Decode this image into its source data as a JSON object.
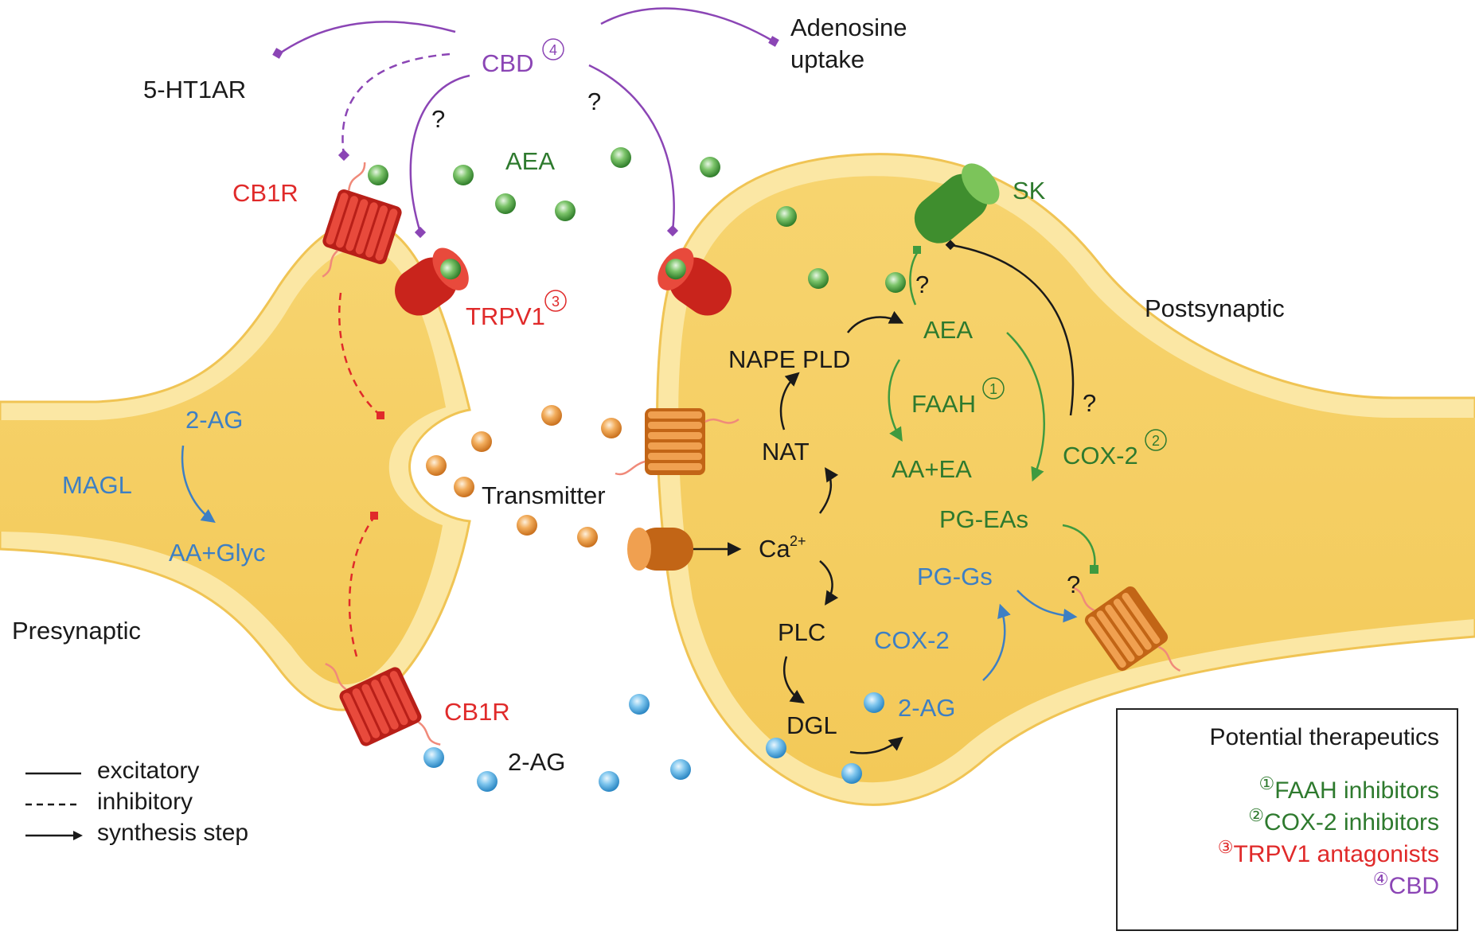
{
  "labels": {
    "cbd": "CBD",
    "cbd_num": "4",
    "ht1a": "5-HT1AR",
    "adenosine_line1": "Adenosine",
    "adenosine_line2": "uptake",
    "q": "?",
    "aea_synapse": "AEA",
    "cb1r_top": "CB1R",
    "trpv1": "TRPV1",
    "trpv1_num": "3",
    "sk": "SK",
    "postsynaptic": "Postsynaptic",
    "presynaptic": "Presynaptic",
    "two_ag_pre": "2-AG",
    "magl": "MAGL",
    "aa_glyc": "AA+Glyc",
    "transmitter": "Transmitter",
    "cb1r_bottom": "CB1R",
    "two_ag_cleft": "2-AG",
    "nape_pld": "NAPE PLD",
    "aea_post": "AEA",
    "faah": "FAAH",
    "faah_num": "1",
    "nat": "NAT",
    "aa_ea": "AA+EA",
    "cox2_green": "COX-2",
    "cox2_green_num": "2",
    "ca": "Ca",
    "ca_sup": "2+",
    "pg_eas": "PG-EAs",
    "pg_gs": "PG-Gs",
    "plc": "PLC",
    "cox2_blue": "COX-2",
    "dgl": "DGL",
    "two_ag_post": "2-AG"
  },
  "key": [
    {
      "style": "solid",
      "label": "excitatory"
    },
    {
      "style": "dashed",
      "label": "inhibitory"
    },
    {
      "style": "arrow",
      "label": "synthesis step"
    }
  ],
  "therapeutics": {
    "title": "Potential therapeutics",
    "items": [
      {
        "num": "1",
        "label": "FAAH inhibitors",
        "color": "#2e7a2e"
      },
      {
        "num": "2",
        "label": "COX-2 inhibitors",
        "color": "#2e7a2e"
      },
      {
        "num": "3",
        "label": "TRPV1 antagonists",
        "color": "#e02a2a"
      },
      {
        "num": "4",
        "label": "CBD",
        "color": "#8b45b5"
      }
    ]
  },
  "colors": {
    "cell_fill": "#f6d067",
    "membrane": "#f2c24f",
    "aea": "#3f9a3f",
    "two_ag": "#4aa7dc",
    "transmitter": "#e8943a",
    "receptor_red": "#d4261e",
    "receptor_orange": "#e07b2a",
    "sk_green": "#4a9e3a",
    "purple": "#8b45b5",
    "green": "#2e7a2e",
    "blue": "#3d7fc4",
    "red": "#e02a2a"
  }
}
